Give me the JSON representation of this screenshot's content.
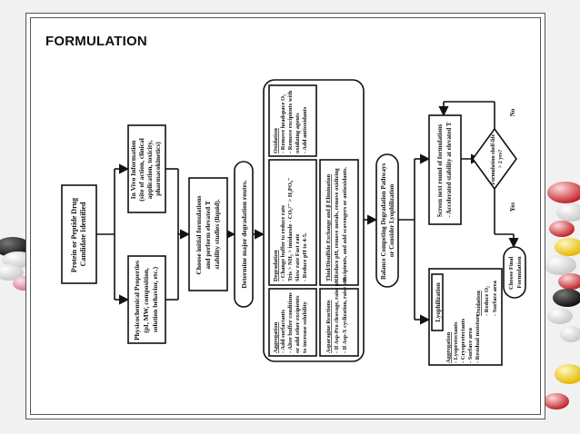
{
  "slide": {
    "title": "FORMULATION"
  },
  "nodes": {
    "protein": [
      "Protein or Peptide Drug",
      "Candidate Identified"
    ],
    "in_vivo": [
      "In Vivo Information",
      "(site of action, clinical",
      "application, toxicity,",
      "pharmacokinetics)"
    ],
    "physico": [
      "Physicochemical Properties",
      "(pI, MW, composition,",
      "solution behavior, etc.)"
    ],
    "initial": [
      "Choose initial formulations",
      "and perform elevated T",
      "stability studies (liquid)."
    ],
    "determine": [
      "Determine major degradation routes."
    ],
    "oxidation": [
      "Oxidation",
      "- Remove headspace O₂",
      "- Remove excipients with",
      "  oxidizing agents",
      "- Add antioxidants"
    ],
    "degradation": [
      "Degradation",
      "- Change buffer to reduce rate",
      "Tris > NH₃ > imidazole - CO₃²⁻ > H₂PO₄⁻",
      "  Slow rate          Fast rate",
      "- Reduce pH to 4-5."
    ],
    "thiol": [
      "Thiol/Disulfide Exchange and β Elimination",
      "- Reduce pH, remove metals, remove oxidizing",
      "  excipients, and add scavengers or antioxidants."
    ],
    "aggregation": [
      "Aggregation",
      "- Add surfactants",
      "- Alter buffer conditions",
      "  or add other excipients",
      "  to increase solubility"
    ],
    "asparagine": [
      "Asparagine Reactions",
      "- If Asp-Pro cleavage, raise pH.",
      "- If Asp-X cyclization, raise pH."
    ],
    "balance": [
      "Balance Competing Degradation Pathways",
      "or Consider Lyophilization"
    ],
    "screen": [
      "Screen next round of formulations",
      "- Accelerated stability at elevated T"
    ],
    "lyo_title": "Lyophilization",
    "lyo_aggregation": [
      "Aggregation",
      "- Lyoprotectants",
      "- Cryoprotectants",
      "- Surface area",
      "- Residual moisture"
    ],
    "lyo_oxidation": [
      "Oxidation",
      "- Reduce O₂",
      "- Surface area"
    ],
    "decision": [
      "Formulation shelf-life",
      "> 2 yrs?"
    ],
    "no_label": "No",
    "yes_label": "Yes",
    "final": [
      "Choose Final",
      "Formulation"
    ]
  }
}
